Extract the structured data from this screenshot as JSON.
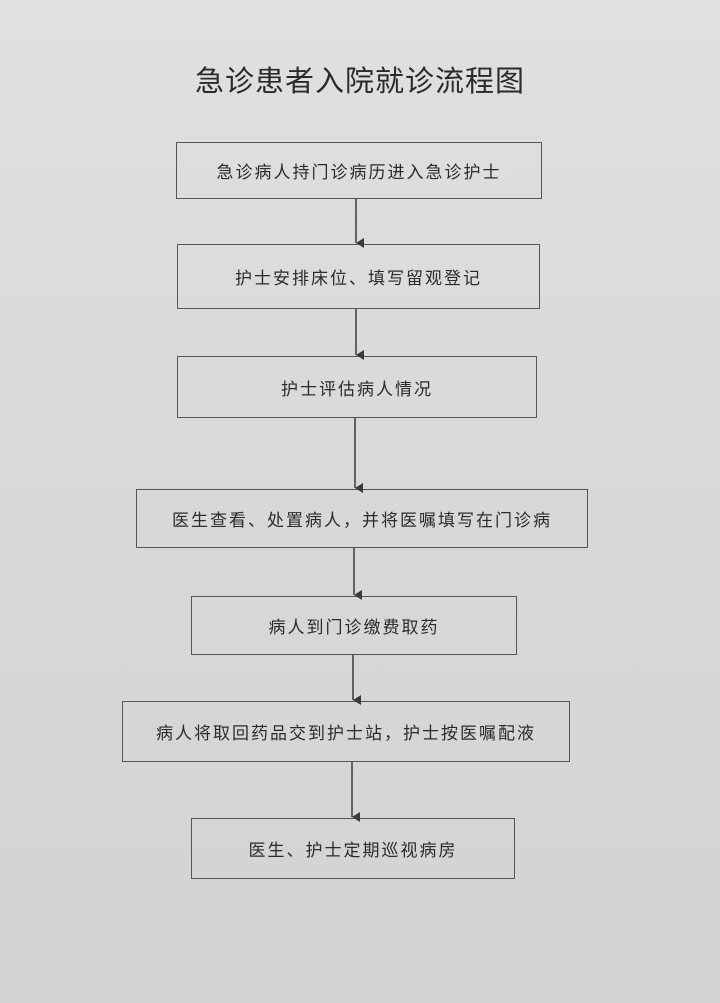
{
  "flowchart": {
    "title": "急诊患者入院就诊流程图",
    "steps": [
      "急诊病人持门诊病历进入急诊护士",
      "护士安排床位、填写留观登记",
      "护士评估病人情况",
      "医生查看、处置病人，并将医嘱填写在门诊病",
      "病人到门诊缴费取药",
      "病人将取回药品交到护士站，护士按医嘱配液",
      "医生、护士定期巡视病房"
    ]
  }
}
